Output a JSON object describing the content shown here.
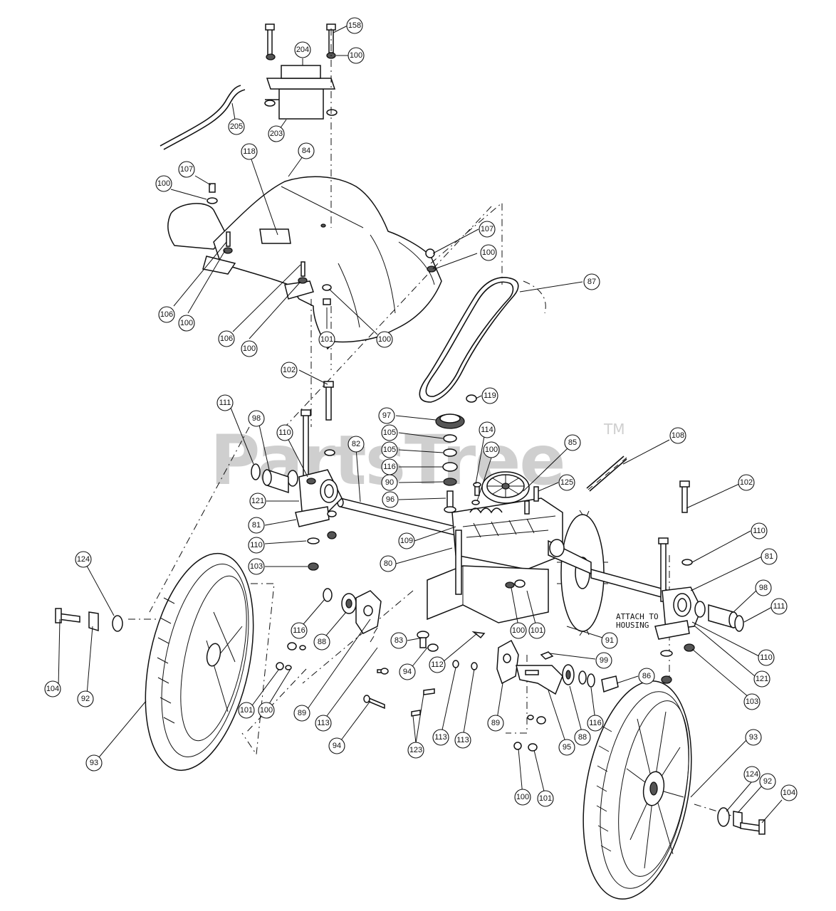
{
  "watermark": {
    "text": "PartsTree",
    "trademark": "TM"
  },
  "note": {
    "line1": "ATTACH TO",
    "line2": "HOUSING"
  },
  "callouts": [
    {
      "id": "c158",
      "label": "158"
    },
    {
      "id": "c204",
      "label": "204"
    },
    {
      "id": "c100a",
      "label": "100"
    },
    {
      "id": "c205",
      "label": "205"
    },
    {
      "id": "c203",
      "label": "203"
    },
    {
      "id": "c118",
      "label": "118"
    },
    {
      "id": "c84",
      "label": "84"
    },
    {
      "id": "c107a",
      "label": "107"
    },
    {
      "id": "c100b",
      "label": "100"
    },
    {
      "id": "c107b",
      "label": "107"
    },
    {
      "id": "c100c",
      "label": "100"
    },
    {
      "id": "c87",
      "label": "87"
    },
    {
      "id": "c106a",
      "label": "106"
    },
    {
      "id": "c100d",
      "label": "100"
    },
    {
      "id": "c106b",
      "label": "106"
    },
    {
      "id": "c100e",
      "label": "100"
    },
    {
      "id": "c101a",
      "label": "101"
    },
    {
      "id": "c100f",
      "label": "100"
    },
    {
      "id": "c102a",
      "label": "102"
    },
    {
      "id": "c119",
      "label": "119"
    },
    {
      "id": "c97",
      "label": "97"
    },
    {
      "id": "c105a",
      "label": "105"
    },
    {
      "id": "c114",
      "label": "114"
    },
    {
      "id": "c105b",
      "label": "105"
    },
    {
      "id": "c100g",
      "label": "100"
    },
    {
      "id": "c85",
      "label": "85"
    },
    {
      "id": "c108",
      "label": "108"
    },
    {
      "id": "c116a",
      "label": "116"
    },
    {
      "id": "c90",
      "label": "90"
    },
    {
      "id": "c125",
      "label": "125"
    },
    {
      "id": "c96",
      "label": "96"
    },
    {
      "id": "c111a",
      "label": "111"
    },
    {
      "id": "c98a",
      "label": "98"
    },
    {
      "id": "c110a",
      "label": "110"
    },
    {
      "id": "c82",
      "label": "82"
    },
    {
      "id": "c102b",
      "label": "102"
    },
    {
      "id": "c121a",
      "label": "121"
    },
    {
      "id": "c81a",
      "label": "81"
    },
    {
      "id": "c109",
      "label": "109"
    },
    {
      "id": "c110b",
      "label": "110"
    },
    {
      "id": "c110c",
      "label": "110"
    },
    {
      "id": "c80",
      "label": "80"
    },
    {
      "id": "c103a",
      "label": "103"
    },
    {
      "id": "c81b",
      "label": "81"
    },
    {
      "id": "c124a",
      "label": "124"
    },
    {
      "id": "c98b",
      "label": "98"
    },
    {
      "id": "c111b",
      "label": "111"
    },
    {
      "id": "c116b",
      "label": "116"
    },
    {
      "id": "c88a",
      "label": "88"
    },
    {
      "id": "c83",
      "label": "83"
    },
    {
      "id": "c100h",
      "label": "100"
    },
    {
      "id": "c101b",
      "label": "101"
    },
    {
      "id": "c91",
      "label": "91"
    },
    {
      "id": "c110d",
      "label": "110"
    },
    {
      "id": "c94a",
      "label": "94"
    },
    {
      "id": "c112",
      "label": "112"
    },
    {
      "id": "c99",
      "label": "99"
    },
    {
      "id": "c121b",
      "label": "121"
    },
    {
      "id": "c86",
      "label": "86"
    },
    {
      "id": "c103b",
      "label": "103"
    },
    {
      "id": "c104a",
      "label": "104"
    },
    {
      "id": "c92a",
      "label": "92"
    },
    {
      "id": "c101c",
      "label": "101"
    },
    {
      "id": "c100i",
      "label": "100"
    },
    {
      "id": "c89a",
      "label": "89"
    },
    {
      "id": "c113a",
      "label": "113"
    },
    {
      "id": "c123",
      "label": "123"
    },
    {
      "id": "c113b",
      "label": "113"
    },
    {
      "id": "c113c",
      "label": "113"
    },
    {
      "id": "c89b",
      "label": "89"
    },
    {
      "id": "c95",
      "label": "95"
    },
    {
      "id": "c88b",
      "label": "88"
    },
    {
      "id": "c116c",
      "label": "116"
    },
    {
      "id": "c94b",
      "label": "94"
    },
    {
      "id": "c93a",
      "label": "93"
    },
    {
      "id": "c93b",
      "label": "93"
    },
    {
      "id": "c124b",
      "label": "124"
    },
    {
      "id": "c92b",
      "label": "92"
    },
    {
      "id": "c104b",
      "label": "104"
    },
    {
      "id": "c100j",
      "label": "100"
    },
    {
      "id": "c101d",
      "label": "101"
    }
  ]
}
